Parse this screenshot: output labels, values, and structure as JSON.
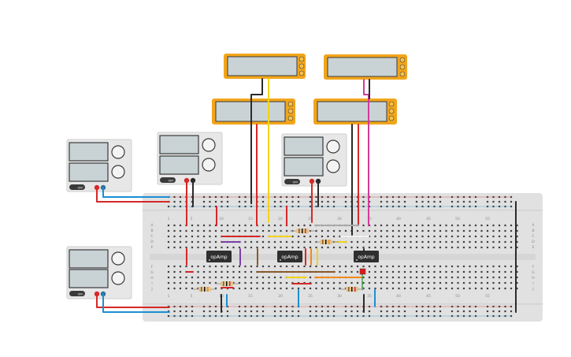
{
  "breadboard": {
    "column_labels": [
      "1",
      "5",
      "10",
      "15",
      "20",
      "25",
      "30",
      "35",
      "40",
      "45",
      "50",
      "55"
    ],
    "row_labels_top": [
      "A",
      "B",
      "C",
      "D",
      "E"
    ],
    "row_labels_bottom": [
      "F",
      "G",
      "H",
      "I",
      "J"
    ]
  },
  "chips": [
    {
      "label": "opAmp"
    },
    {
      "label": "opAmp"
    },
    {
      "label": "opAmp"
    }
  ],
  "power_supplies": [
    {
      "button_label": "OFF"
    },
    {
      "button_label": "OFF"
    },
    {
      "button_label": "OFF"
    },
    {
      "button_label": "OFF"
    }
  ],
  "colors": {
    "multimeter_body": "#f2a51a",
    "multimeter_screen": "#c9d3d6",
    "breadboard": "#e1e1e1",
    "supply_body": "#e7e7e7",
    "wire_red": "#d62828",
    "wire_black": "#2b2b2b",
    "wire_blue": "#1b8fd2",
    "wire_yellow": "#f2d21b",
    "wire_magenta": "#d33a9c",
    "wire_purple": "#7a3fa8",
    "wire_brown": "#8a5a2b",
    "wire_orange": "#f08a1c",
    "led_red": "#e01818"
  }
}
